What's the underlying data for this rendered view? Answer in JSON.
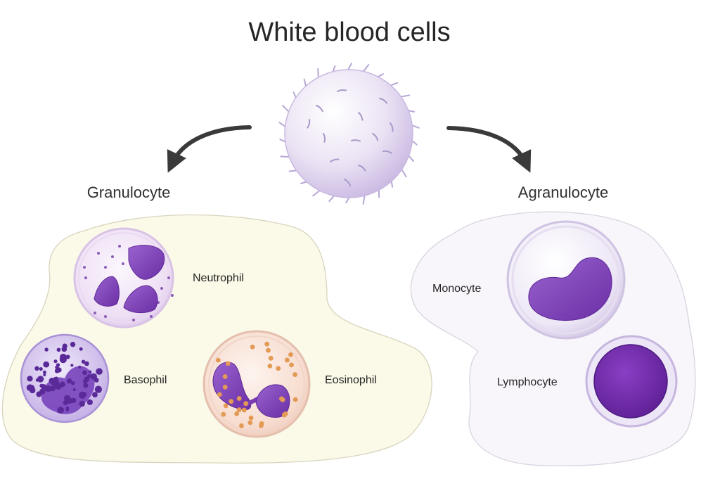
{
  "title": "White blood cells",
  "groups": {
    "left": {
      "label": "Granulocyte",
      "cells": [
        "Neutrophil",
        "Basophil",
        "Eosinophil"
      ]
    },
    "right": {
      "label": "Agranulocyte",
      "cells": [
        "Monocyte",
        "Lymphocyte"
      ]
    }
  },
  "colors": {
    "granulocyte_bg": "#fbf9e8",
    "agranulocyte_bg": "#f8f6fb",
    "nucleus": "#7a3cb0",
    "eosinophil_granules": "#e39a55",
    "arrow": "#3a3a3a"
  }
}
